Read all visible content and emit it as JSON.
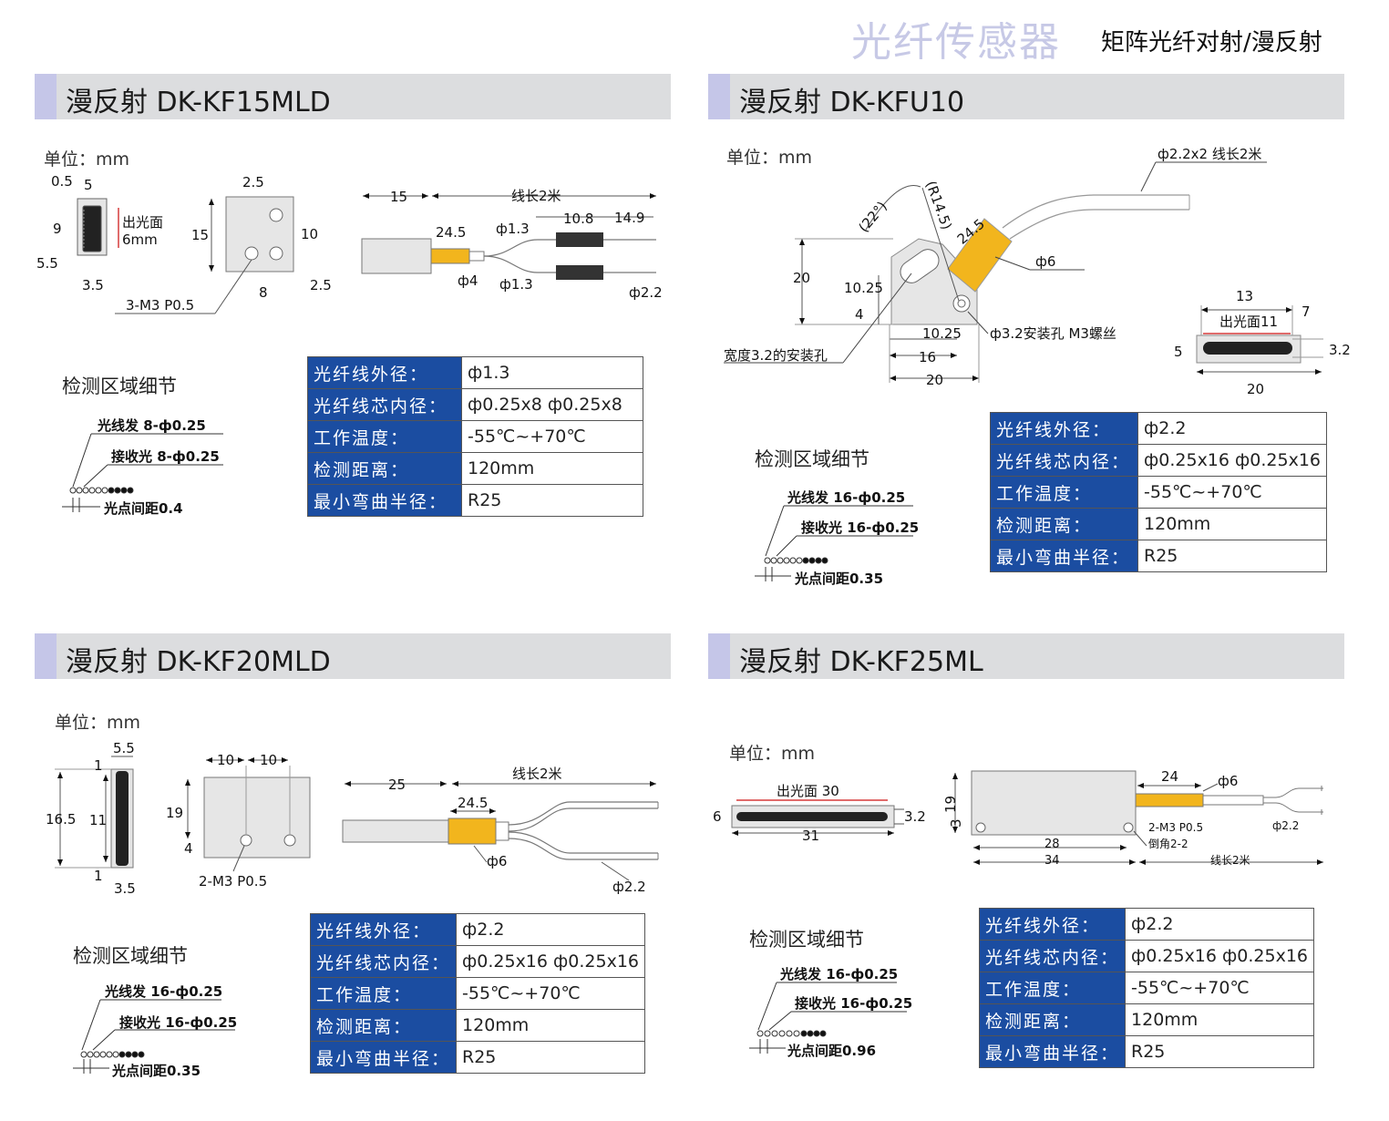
{
  "header": {
    "title": "光纤传感器",
    "subtitle": "矩阵光纤对射/漫反射"
  },
  "spec_keys": [
    "光纤线外径：",
    "光纤线芯内径：",
    "工作温度：",
    "检测距离：",
    "最小弯曲半径："
  ],
  "panels": [
    {
      "title": "漫反射 DK-KF15MLD",
      "unit": "单位：mm",
      "detail_title": "检测区域细节",
      "detail_emit": "光线发 8-ф0.25",
      "detail_recv": "接收光 8-ф0.25",
      "detail_pitch": "光点间距0.4",
      "specs": [
        "ф1.3",
        "ф0.25x8  ф0.25x8",
        "-55℃~+70℃",
        "120mm",
        "R25"
      ],
      "dims": {
        "d1": "0.5",
        "d2": "5",
        "d3": "9",
        "d4": "5.5",
        "d5": "3.5",
        "face": "出光面",
        "face2": "6mm",
        "d6": "2.5",
        "d7": "15",
        "d8": "10",
        "d9": "8",
        "d10": "2.5",
        "hole": "3-M3  P0.5",
        "d11": "15",
        "d12": "线长2米",
        "d13": "24.5",
        "d14": "ф1.3",
        "d15": "10.8",
        "d16": "14.9",
        "d17": "ф4",
        "d18": "ф1.3",
        "d19": "ф2.2"
      }
    },
    {
      "title": "漫反射 DK-KFU10",
      "unit": "单位：mm",
      "detail_title": "检测区域细节",
      "detail_emit": "光线发 16-ф0.25",
      "detail_recv": "接收光 16-ф0.25",
      "detail_pitch": "光点间距0.35",
      "specs": [
        "ф2.2",
        "ф0.25x16  ф0.25x16",
        "-55℃~+70℃",
        "120mm",
        "R25"
      ],
      "dims": {
        "d1": "ф2.2x2 线长2米",
        "d2": "(22°)",
        "d3": "(R14.5)",
        "d4": "24.5",
        "d5": "ф6",
        "d6": "20",
        "d7": "10.25",
        "d8": "4",
        "d9": "10.25",
        "d10": "16",
        "d11": "20",
        "d12": "ф3.2安装孔 M3螺丝",
        "d13": "宽度3.2的安装孔",
        "d14": "13",
        "d15": "7",
        "d16": "出光面11",
        "d17": "5",
        "d18": "3.2",
        "d19": "20"
      }
    },
    {
      "title": "漫反射 DK-KF20MLD",
      "unit": "单位：mm",
      "detail_title": "检测区域细节",
      "detail_emit": "光线发 16-ф0.25",
      "detail_recv": "接收光 16-ф0.25",
      "detail_pitch": "光点间距0.35",
      "specs": [
        "ф2.2",
        "ф0.25x16  ф0.25x16",
        "-55℃~+70℃",
        "120mm",
        "R25"
      ],
      "dims": {
        "d1": "5.5",
        "d2": "1",
        "d3": "16.5",
        "d4": "11",
        "d5": "1",
        "d6": "3.5",
        "d7": "10",
        "d8": "10",
        "d9": "19",
        "d10": "4",
        "d11": "2-M3 P0.5",
        "d12": "25",
        "d13": "线长2米",
        "d14": "24.5",
        "d15": "ф6",
        "d16": "ф2.2"
      }
    },
    {
      "title": "漫反射 DK-KF25ML",
      "unit": "单位：mm",
      "detail_title": "检测区域细节",
      "detail_emit": "光线发 16-ф0.25",
      "detail_recv": "接收光 16-ф0.25",
      "detail_pitch": "光点间距0.96",
      "specs": [
        "ф2.2",
        "ф0.25x16  ф0.25x16",
        "-55℃~+70℃",
        "120mm",
        "R25"
      ],
      "dims": {
        "d1": "出光面 30",
        "d2": "6",
        "d3": "3.2",
        "d4": "31",
        "d5": "19",
        "d6": "3",
        "d7": "24",
        "d8": "ф6",
        "d9": "2-M3 P0.5",
        "d10": "倒角2-2",
        "d11": "28",
        "d12": "34",
        "d13": "线长2米",
        "d14": "ф2.2"
      }
    }
  ],
  "colors": {
    "accent": "#c5c6e8",
    "bar": "#dcdddf",
    "table_key": "#1b4da1",
    "sleeve": "#f2b51d",
    "body": "#e6e6e6",
    "face": "#d63a3a"
  }
}
